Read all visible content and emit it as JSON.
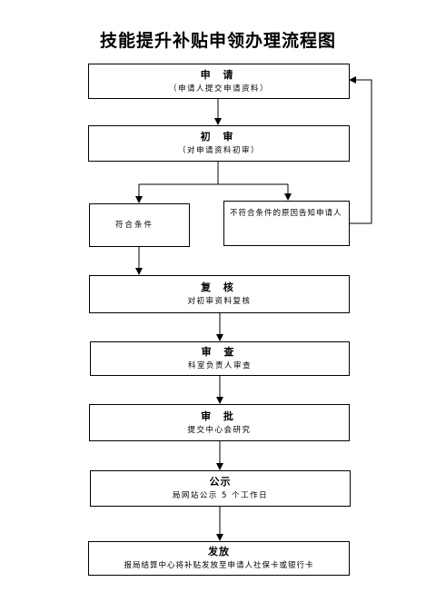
{
  "title": "技能提升补贴申领办理流程图",
  "steps": {
    "apply": {
      "title": "申 请",
      "desc": "（申请人提交申请资料）"
    },
    "first": {
      "title": "初 审",
      "desc": "（对申请资料初审）"
    },
    "pass": {
      "desc": "符合条件"
    },
    "fail": {
      "desc": "不符合条件的原因告知申请人"
    },
    "review": {
      "title": "复 核",
      "desc": "对初审资料复核"
    },
    "audit": {
      "title": "审 查",
      "desc": "科室负责人审查"
    },
    "approve": {
      "title": "审 批",
      "desc": "提交中心会研究"
    },
    "publicize": {
      "title": "公示",
      "desc": "局网站公示 5 个工作日"
    },
    "issue": {
      "title": "发放",
      "desc": "报局结算中心将补贴发放至申请人社保卡或银行卡"
    }
  }
}
